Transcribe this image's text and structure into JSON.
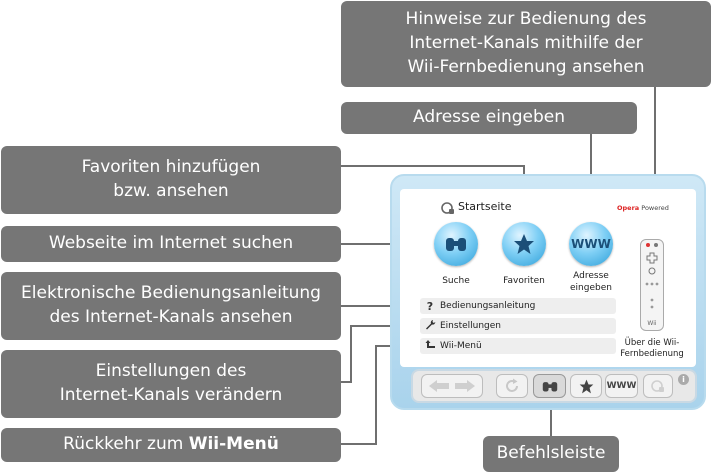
{
  "callouts": {
    "remote_help": "Hinweise zur Bedienung des\nInternet-Kanals mithilfe der\nWii-Fernbedienung ansehen",
    "enter_address": "Adresse eingeben",
    "favorites": "Favoriten hinzufügen\nbzw. ansehen",
    "search": "Webseite im Internet suchen",
    "manual": "Elektronische Bedienungsanleitung\ndes Internet-Kanals ansehen",
    "settings": "Einstellungen des\nInternet-Kanals verändern",
    "back_prefix": "Rückkehr zum ",
    "back_bold": "Wii-Menü",
    "toolbar": "Befehlsleiste"
  },
  "screen": {
    "title": "Startseite",
    "opera_brand": "Opera",
    "opera_suffix": "Powered",
    "buttons": [
      {
        "label": "Suche",
        "icon": "binoculars-icon"
      },
      {
        "label": "Favoriten",
        "icon": "star-icon"
      },
      {
        "label": "Adresse\neingeben",
        "icon_text": "WWW"
      }
    ],
    "menu": [
      {
        "label": "Bedienungsanleitung",
        "icon": "?"
      },
      {
        "label": "Einstellungen",
        "icon": "🔧"
      },
      {
        "label": "Wii-Menü",
        "icon": "⮨"
      }
    ],
    "remote_caption": "Über die Wii-\nFernbedienung",
    "remote_label": "Wii",
    "toolbar_www": "WWW",
    "toolbar_info": "i"
  }
}
